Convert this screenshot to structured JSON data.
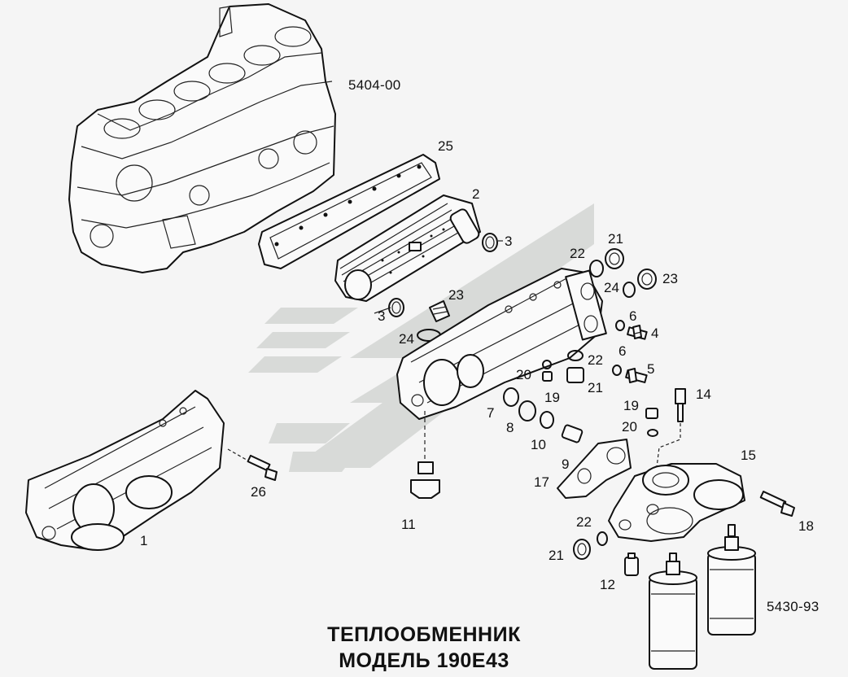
{
  "title": {
    "line1": "ТЕПЛООБМЕННИК",
    "line2": "МОДЕЛЬ 190Е43"
  },
  "codes": {
    "block": "5404-00",
    "filters": "5430-93"
  },
  "callouts": [
    "25",
    "2",
    "3",
    "3",
    "23",
    "24",
    "21",
    "22",
    "24",
    "23",
    "6",
    "4",
    "22",
    "6",
    "5",
    "20",
    "21",
    "19",
    "7",
    "8",
    "10",
    "9",
    "17",
    "19",
    "20",
    "14",
    "15",
    "18",
    "22",
    "21",
    "12",
    "11",
    "26",
    "1"
  ],
  "colors": {
    "ink": "#111111",
    "watermark": "#d9dbd9",
    "paper": "#f5f5f5"
  }
}
